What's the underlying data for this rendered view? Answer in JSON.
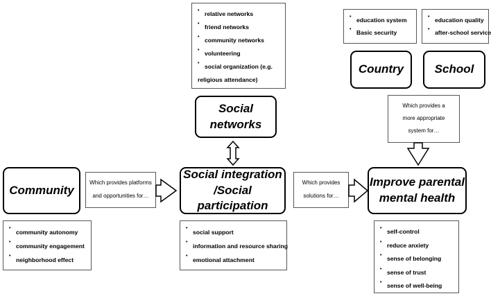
{
  "nodes": {
    "community": "Community",
    "social_networks": "Social\nnetworks",
    "social_integration": "Social integration\n/Social participation",
    "improve_parental": "Improve parental\nmental health",
    "country": "Country",
    "school": "School"
  },
  "lists": {
    "social_networks": [
      "relative networks",
      "friend networks",
      "community networks",
      "volunteering",
      "social organization (e.g.",
      "religious attendance)"
    ],
    "country": [
      "education system",
      "Basic security"
    ],
    "school": [
      "education quality",
      "after-school service"
    ],
    "community": [
      "community autonomy",
      "community engagement",
      "neighborhood effect"
    ],
    "social_integration": [
      "social support",
      "information and resource sharing",
      "emotional attachment"
    ],
    "mental_health": [
      "self-control",
      "reduce anxiety",
      "sense of belonging",
      "sense of trust",
      "sense of well-being"
    ]
  },
  "callouts": {
    "platforms": [
      "Which provides platforms",
      "and opportunities for…"
    ],
    "solutions": [
      "Which provides",
      "solutions for…"
    ],
    "system": [
      "Which provides a",
      "more appropriate",
      "system for…"
    ]
  }
}
